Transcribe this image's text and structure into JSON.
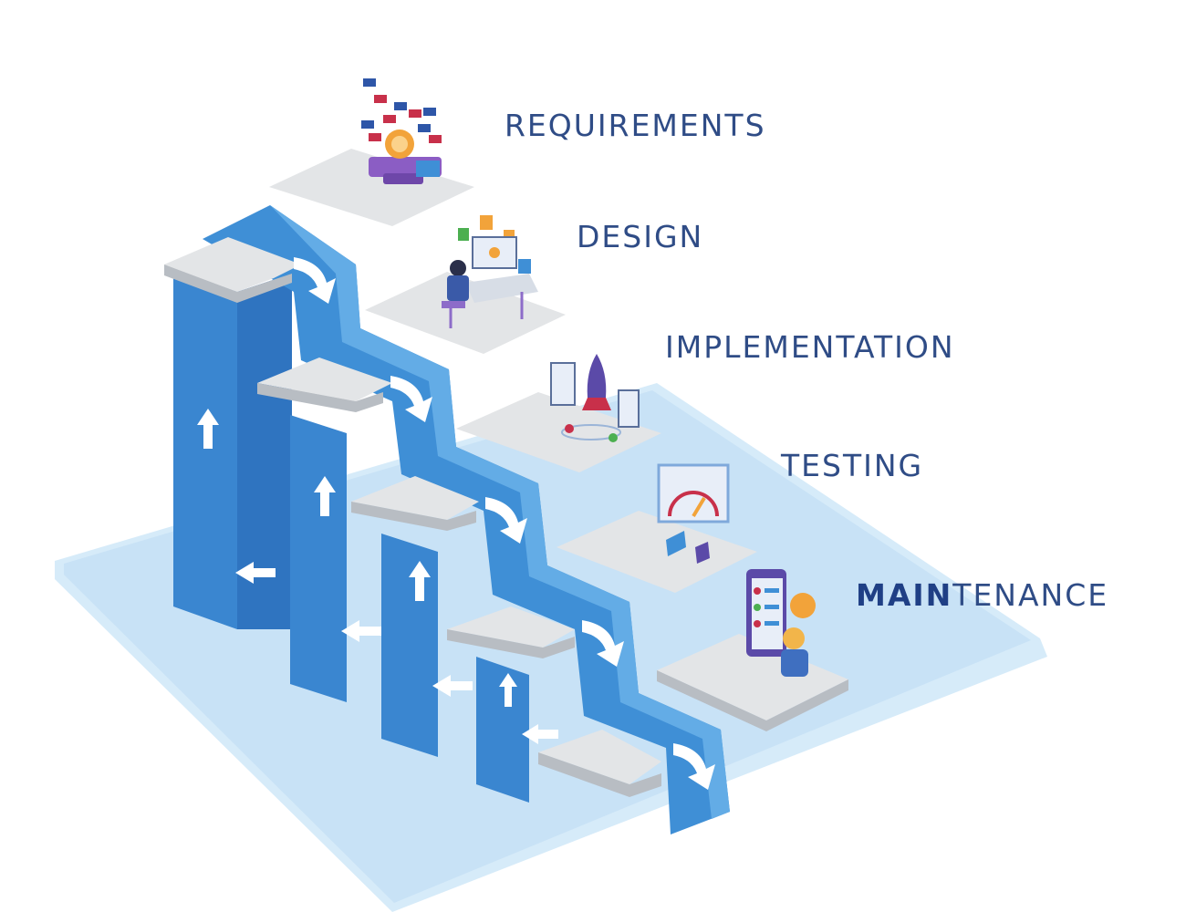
{
  "stages": [
    {
      "label": "REQUIREMENTS"
    },
    {
      "label": "DESIGN"
    },
    {
      "label": "IMPLEMENTATION"
    },
    {
      "label": "TESTING"
    },
    {
      "label_bold": "MAIN",
      "label_rest": "TENANCE"
    }
  ],
  "colors": {
    "label_text": "#2f4c86",
    "ribbon_blue": "#3f8fd6",
    "ribbon_dark": "#2d6fb8",
    "ribbon_light": "#64aee6",
    "step_top": "#e2e4e6",
    "step_front": "#b9bec4",
    "base_plate": "#cfe6f7"
  },
  "icons": [
    "requirements-chat-icon",
    "designer-workstation-icon",
    "rocket-launch-icon",
    "speed-gauge-icon",
    "maintenance-tablet-icon"
  ]
}
